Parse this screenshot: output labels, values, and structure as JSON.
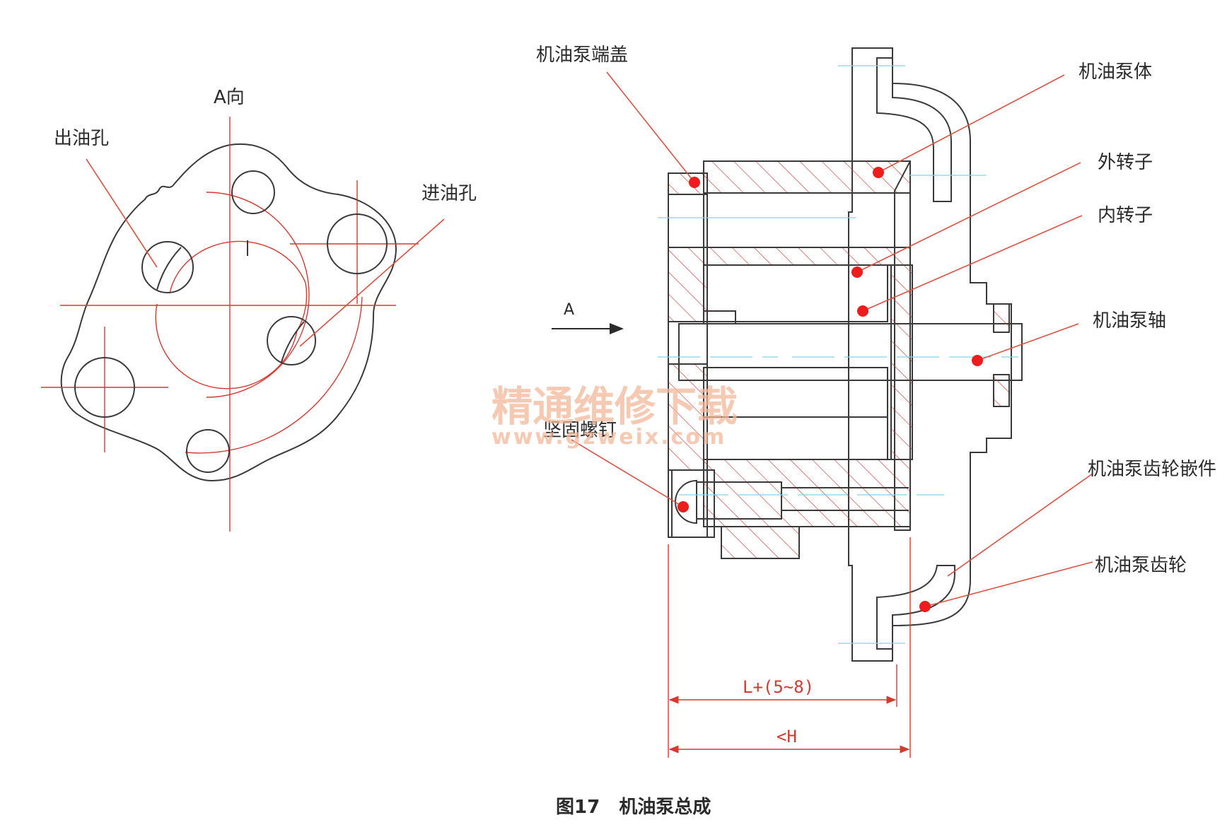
{
  "left_view": {
    "view_label": "A向",
    "outlet_label": "出油孔",
    "inlet_label": "进油孔",
    "center_mark": "I"
  },
  "section_view": {
    "arrow_label": "A",
    "labels": {
      "end_cover": "机油泵端盖",
      "pump_body": "机油泵体",
      "outer_rotor": "外转子",
      "inner_rotor": "内转子",
      "pump_shaft": "机油泵轴",
      "bolt": "坚固螺钉",
      "gear_insert": "机油泵齿轮嵌件",
      "gear": "机油泵齿轮"
    },
    "dim_1": "L+(5~8)",
    "dim_2": "<H"
  },
  "watermark": {
    "line1": "精通维修下载",
    "line2": "www.gzweix.com"
  },
  "caption": "图17   机油泵总成",
  "colors": {
    "ink": "#3a3a3a",
    "construction": "#d8392f",
    "centerline": "#7fd3e6",
    "callout_dot": "#ee1c1c",
    "watermark": "#f3b89a"
  }
}
